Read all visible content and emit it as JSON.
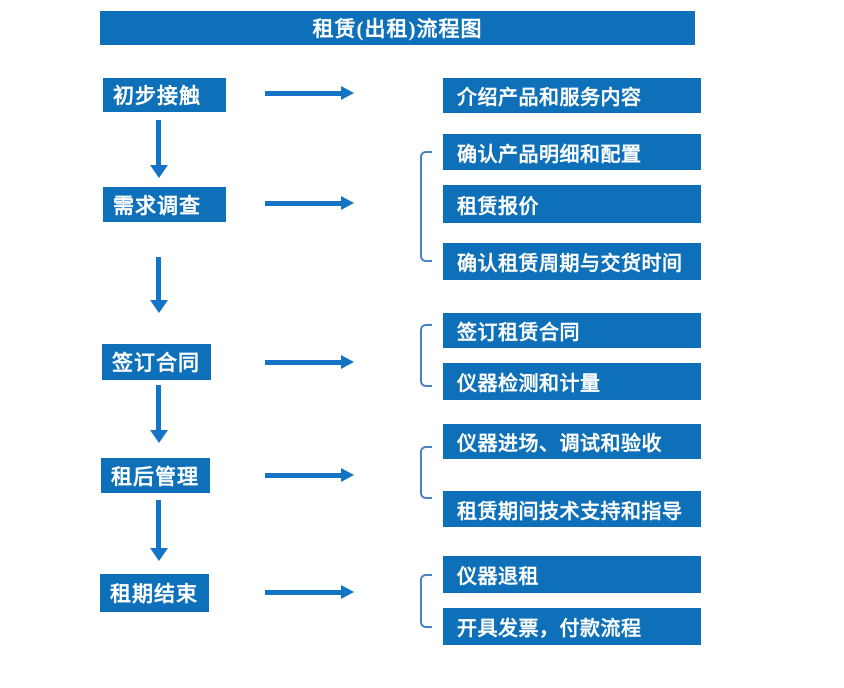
{
  "title": "租赁(出租)流程图",
  "colors": {
    "box_fill": "#0e70b9",
    "arrow": "#1373c4",
    "bracket": "#4a80c4",
    "text": "#ffffff",
    "background": "#ffffff"
  },
  "steps": [
    {
      "label": "初步接触",
      "details": [
        "介绍产品和服务内容"
      ]
    },
    {
      "label": "需求调查",
      "details": [
        "确认产品明细和配置",
        "租赁报价",
        "确认租赁周期与交货时间"
      ]
    },
    {
      "label": "签订合同",
      "details": [
        "签订租赁合同",
        "仪器检测和计量"
      ]
    },
    {
      "label": "租后管理",
      "details": [
        "仪器进场、调试和验收",
        "租赁期间技术支持和指导"
      ]
    },
    {
      "label": "租期结束",
      "details": [
        "仪器退租",
        "开具发票，付款流程"
      ]
    }
  ]
}
